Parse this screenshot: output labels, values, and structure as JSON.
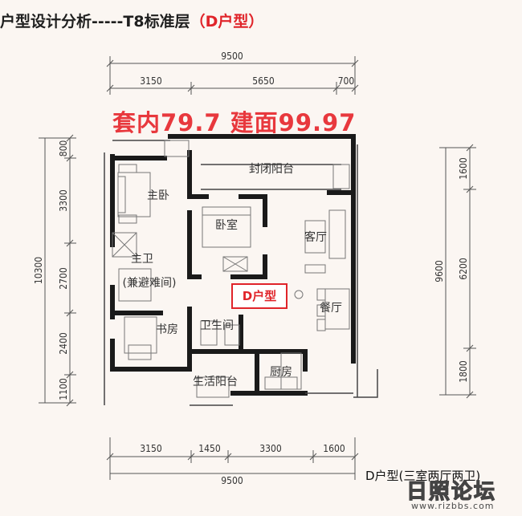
{
  "title": {
    "prefix": "户型设计分析-----T8标准层",
    "highlight": "（D户型）"
  },
  "area_label": "套内79.7 建面99.97",
  "unit_badge": "D户型",
  "subtitle": "D户型(三室两厅两卫)",
  "watermark": {
    "name": "日照论坛",
    "url": "www.rizbbs.com"
  },
  "dimensions": {
    "top_total": "9500",
    "top_parts": [
      "3150",
      "5650",
      "700"
    ],
    "bottom_parts": [
      "3150",
      "1450",
      "3300",
      "1600"
    ],
    "bottom_total": "9500",
    "left_total": "10300",
    "left_parts": [
      "800",
      "3300",
      "2700",
      "2400",
      "1100"
    ],
    "right_total": "9600",
    "right_parts": [
      "1600",
      "6200",
      "1800"
    ]
  },
  "rooms": {
    "master_bedroom": "主卧",
    "enclosed_balcony": "封闭阳台",
    "bedroom": "卧室",
    "living_room": "客厅",
    "master_bath": "主卫",
    "master_bath_note": "(兼避难间)",
    "dining_room": "餐厅",
    "study": "书房",
    "bathroom": "卫生间",
    "kitchen": "厨房",
    "utility_balcony": "生活阳台"
  },
  "colors": {
    "accent_red": "#e0242a",
    "area_red": "#e8383d",
    "wall": "#1a1a1a"
  }
}
